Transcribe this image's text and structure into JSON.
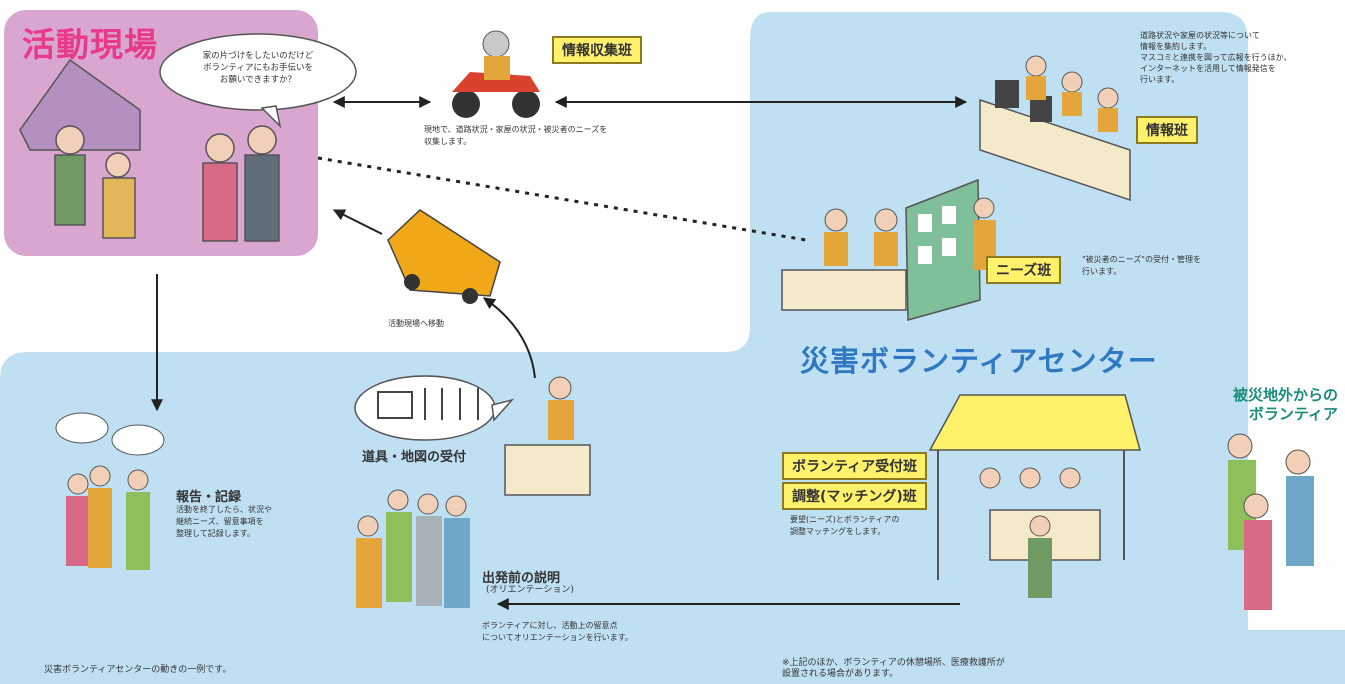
{
  "activity_site": {
    "title": "活動現場",
    "speech": "家の片づけをしたいのだけど\nボランティアにもお手伝いを\nお願いできますか？"
  },
  "info_collection": {
    "label": "情報収集班",
    "desc": "現地で、道路状況・家屋の状況・被災者のニーズを\n収集します。"
  },
  "info_team": {
    "label": "情報班",
    "desc": "道路状況や家屋の状況等について\n情報を集約します。\nマスコミと連携を図って広報を行うほか、\nインターネットを活用して情報発信を\n行います。"
  },
  "needs_team": {
    "label": "ニーズ班",
    "desc": "\"被災者のニーズ\"の受付・管理を\n行います。"
  },
  "move": {
    "desc": "活動現場へ移動"
  },
  "center": {
    "title": "災害ボランティアセンター"
  },
  "outside_volunteers": {
    "title": "被災地外からの\nボランティア"
  },
  "tools": {
    "title": "道具・地図の受付"
  },
  "report": {
    "title": "報告・記録",
    "desc": "活動を終了したら、状況や\n継続ニーズ、留意事項を\n整理して記録します。"
  },
  "reception": {
    "label1": "ボランティア受付班",
    "label2": "調整(マッチング)班",
    "desc": "要望(ニーズ)とボランティアの\n調整マッチングをします。"
  },
  "orientation": {
    "title": "出発前の説明",
    "subtitle": "(オリエンテーション)",
    "desc": "ボランティアに対し、活動上の留意点\nについてオリエンテーションを行います。"
  },
  "footer": {
    "left": "災害ボランティアセンターの動きの一例です。",
    "right": "※上記のほか、ボランティアの休憩場所、医療救護所が\n設置される場合があります。"
  },
  "colors": {
    "site_bg": "#d9a6cf",
    "center_bg": "#bfe0f2",
    "label_bg": "#fff26a",
    "center_title": "#2f78c2",
    "site_title": "#e8398a"
  }
}
